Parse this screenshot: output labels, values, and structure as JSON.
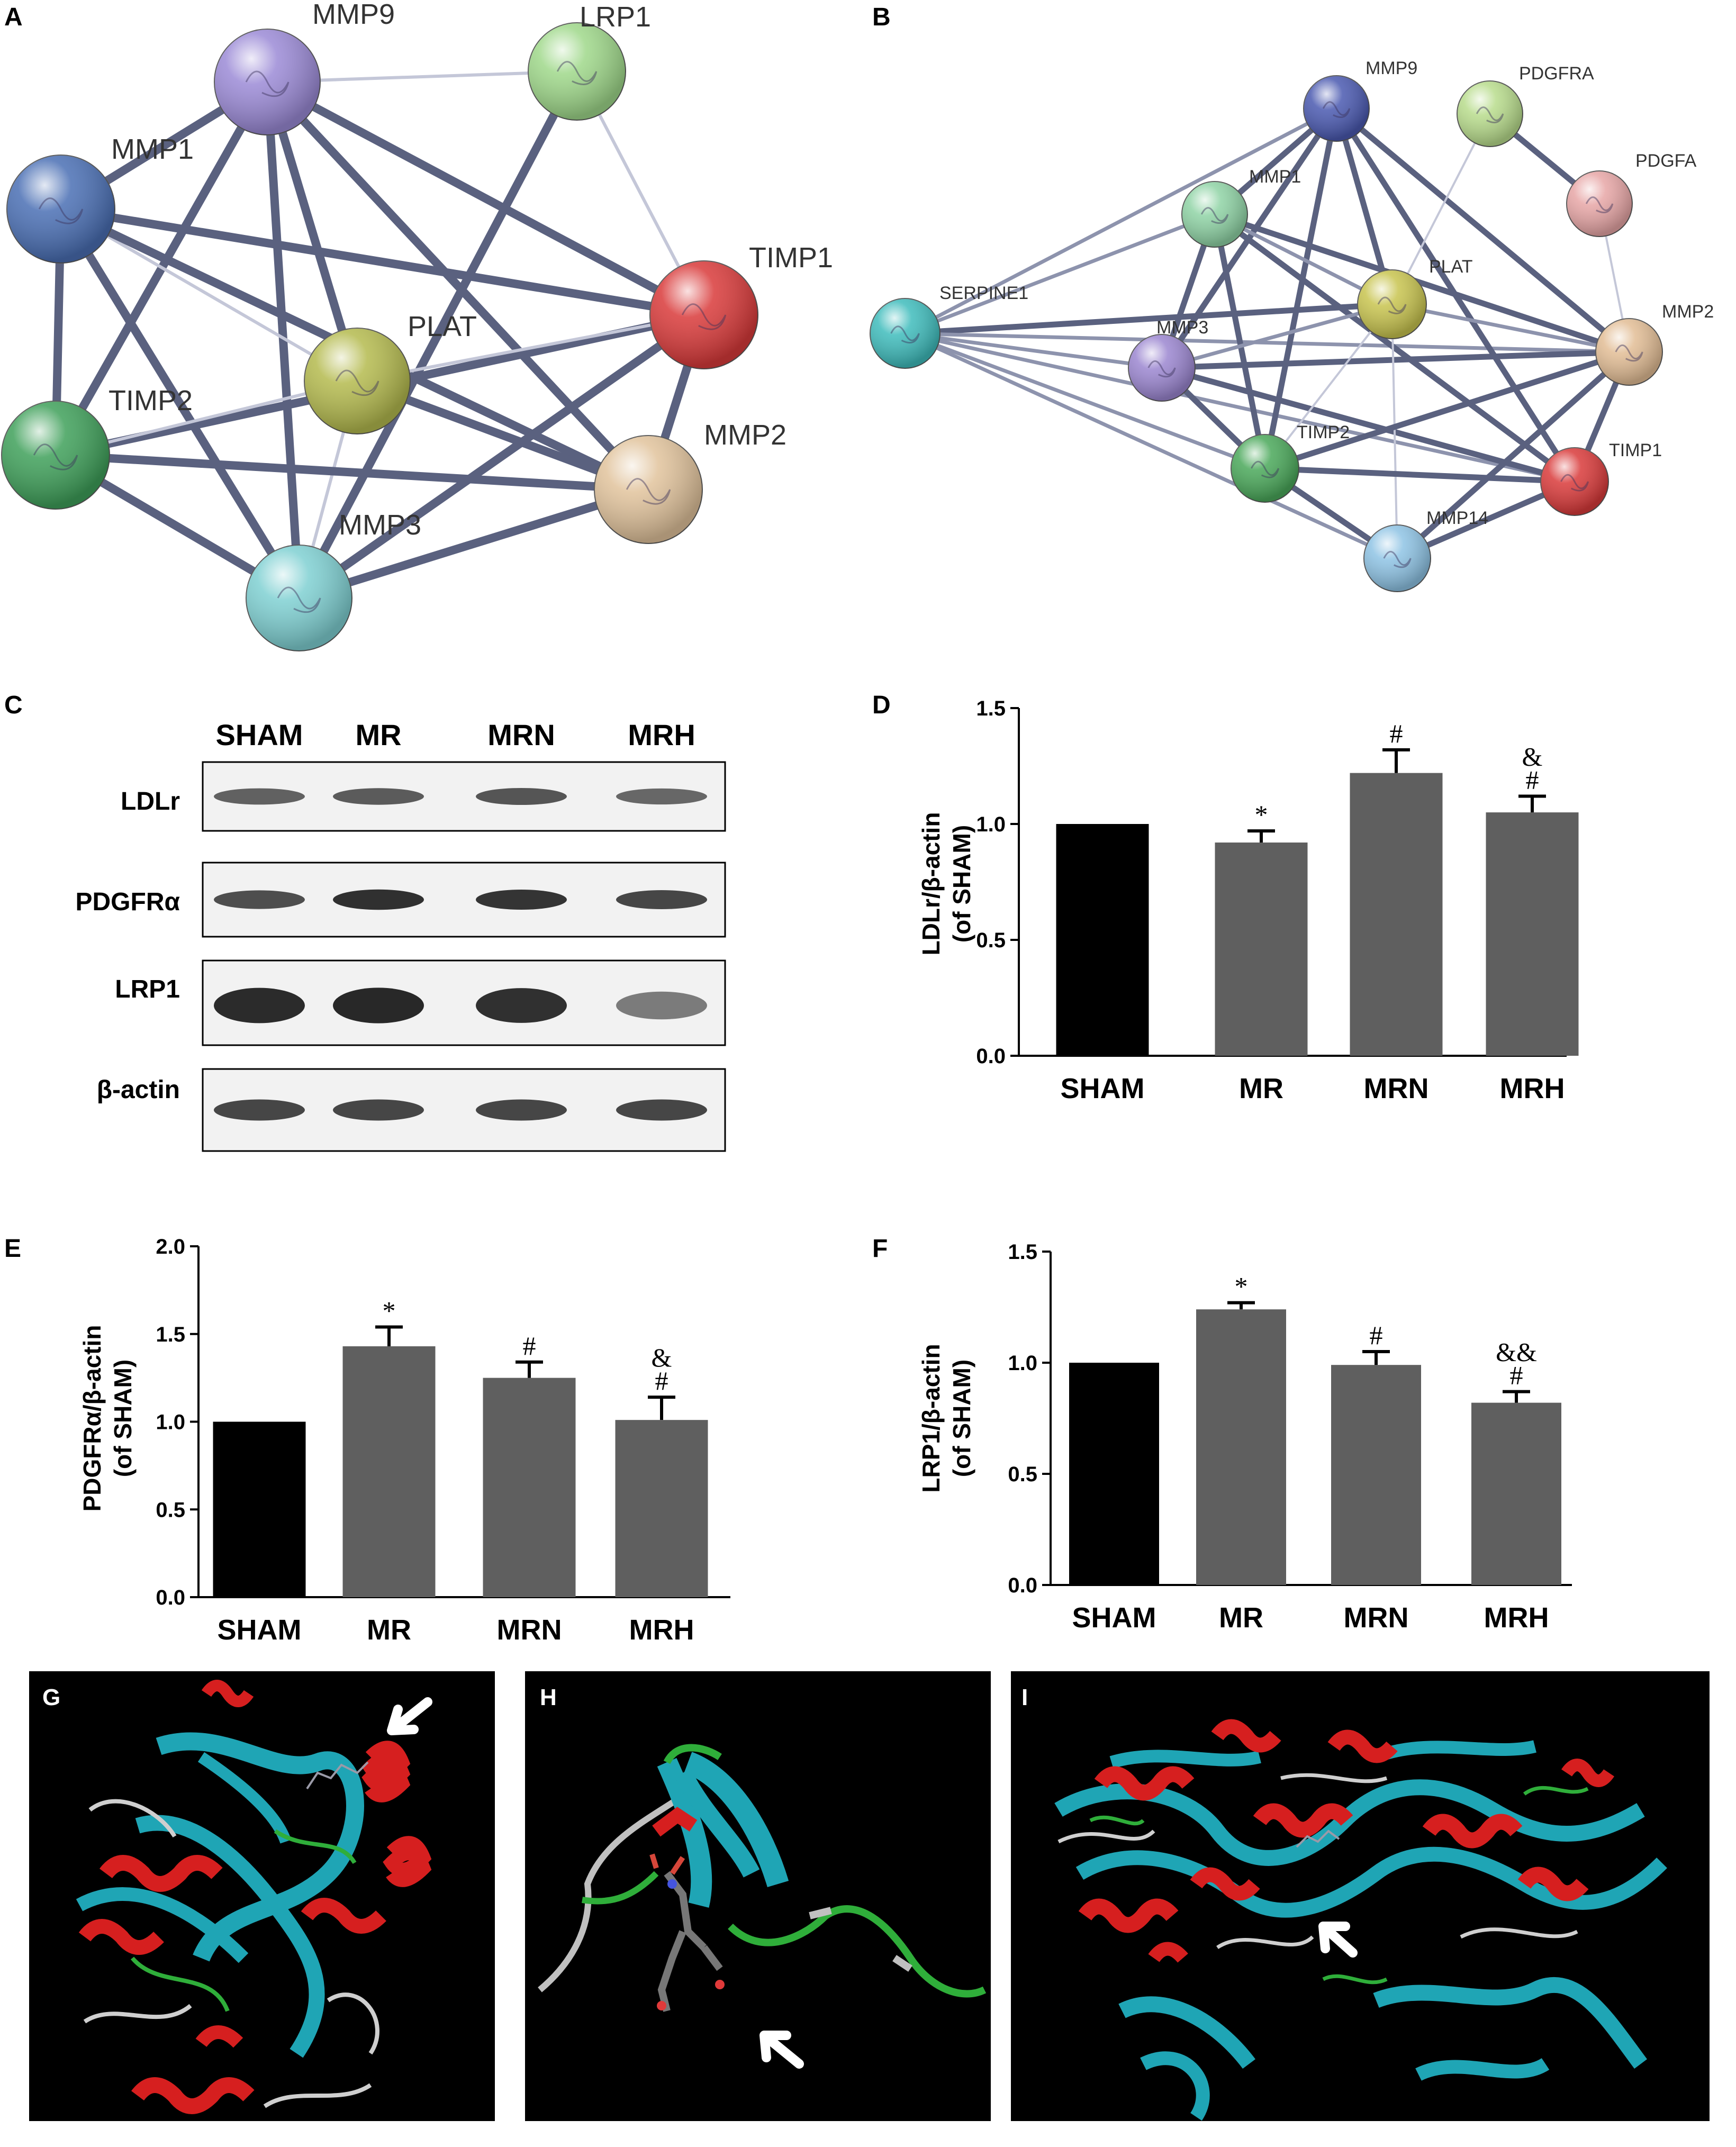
{
  "panels": {
    "A": {
      "letter": "A",
      "nodes": [
        {
          "id": "MMP9",
          "label": "MMP9",
          "color": "#9b8ad6"
        },
        {
          "id": "LRP1",
          "label": "LRP1",
          "color": "#9fd88a"
        },
        {
          "id": "MMP1",
          "label": "MMP1",
          "color": "#4a6fb4"
        },
        {
          "id": "TIMP1",
          "label": "TIMP1",
          "color": "#d93a3a"
        },
        {
          "id": "PLAT",
          "label": "PLAT",
          "color": "#b4ba4e"
        },
        {
          "id": "TIMP2",
          "label": "TIMP2",
          "color": "#3fa05a"
        },
        {
          "id": "MMP2",
          "label": "MMP2",
          "color": "#e1c39c"
        },
        {
          "id": "MMP3",
          "label": "MMP3",
          "color": "#7fd0d2"
        }
      ],
      "edges": [
        [
          "MMP9",
          "LRP1",
          1
        ],
        [
          "MMP9",
          "MMP1",
          3
        ],
        [
          "MMP9",
          "TIMP1",
          3
        ],
        [
          "MMP9",
          "PLAT",
          3
        ],
        [
          "MMP9",
          "TIMP2",
          3
        ],
        [
          "MMP9",
          "MMP2",
          3
        ],
        [
          "MMP9",
          "MMP3",
          3
        ],
        [
          "LRP1",
          "TIMP1",
          1
        ],
        [
          "LRP1",
          "MMP3",
          3
        ],
        [
          "MMP1",
          "TIMP1",
          3
        ],
        [
          "MMP1",
          "PLAT",
          1
        ],
        [
          "MMP1",
          "TIMP2",
          3
        ],
        [
          "MMP1",
          "MMP2",
          3
        ],
        [
          "MMP1",
          "MMP3",
          3
        ],
        [
          "TIMP1",
          "TIMP2",
          3
        ],
        [
          "TIMP1",
          "MMP2",
          3
        ],
        [
          "TIMP1",
          "MMP3",
          3
        ],
        [
          "TIMP1",
          "PLAT",
          1
        ],
        [
          "PLAT",
          "MMP2",
          3
        ],
        [
          "PLAT",
          "MMP3",
          1
        ],
        [
          "PLAT",
          "TIMP2",
          1
        ],
        [
          "TIMP2",
          "MMP2",
          3
        ],
        [
          "TIMP2",
          "MMP3",
          3
        ],
        [
          "MMP2",
          "MMP3",
          3
        ]
      ]
    },
    "B": {
      "letter": "B",
      "nodes": [
        {
          "id": "MMP9",
          "label": "MMP9",
          "color": "#4a59b0"
        },
        {
          "id": "PDGFRA",
          "label": "PDGFRA",
          "color": "#b8dc8c"
        },
        {
          "id": "PDGFA",
          "label": "PDGFA",
          "color": "#e7a6a6"
        },
        {
          "id": "MMP1",
          "label": "MMP1",
          "color": "#8fd3a5"
        },
        {
          "id": "PLAT",
          "label": "PLAT",
          "color": "#c8c44f"
        },
        {
          "id": "SERPINE1",
          "label": "SERPINE1",
          "color": "#3fbcbc"
        },
        {
          "id": "MMP3",
          "label": "MMP3",
          "color": "#9b86d0"
        },
        {
          "id": "MMP2",
          "label": "MMP2",
          "color": "#e2bd95"
        },
        {
          "id": "TIMP2",
          "label": "TIMP2",
          "color": "#4aa85a"
        },
        {
          "id": "TIMP1",
          "label": "TIMP1",
          "color": "#d93a3a"
        },
        {
          "id": "MMP14",
          "label": "MMP14",
          "color": "#8ec3e4"
        }
      ],
      "edges": [
        [
          "SERPINE1",
          "MMP9",
          2
        ],
        [
          "SERPINE1",
          "MMP1",
          2
        ],
        [
          "SERPINE1",
          "PLAT",
          3
        ],
        [
          "SERPINE1",
          "MMP3",
          2
        ],
        [
          "SERPINE1",
          "MMP2",
          2
        ],
        [
          "SERPINE1",
          "TIMP2",
          2
        ],
        [
          "SERPINE1",
          "TIMP1",
          2
        ],
        [
          "SERPINE1",
          "MMP14",
          2
        ],
        [
          "MMP9",
          "MMP1",
          3
        ],
        [
          "MMP9",
          "PLAT",
          3
        ],
        [
          "MMP9",
          "MMP3",
          3
        ],
        [
          "MMP9",
          "MMP2",
          3
        ],
        [
          "MMP9",
          "TIMP2",
          3
        ],
        [
          "MMP9",
          "TIMP1",
          3
        ],
        [
          "PDGFRA",
          "PDGFA",
          3
        ],
        [
          "PDGFRA",
          "PLAT",
          1
        ],
        [
          "PDGFA",
          "MMP2",
          1
        ],
        [
          "MMP1",
          "PLAT",
          2
        ],
        [
          "MMP1",
          "MMP3",
          3
        ],
        [
          "MMP1",
          "MMP2",
          3
        ],
        [
          "MMP1",
          "TIMP2",
          3
        ],
        [
          "MMP1",
          "TIMP1",
          3
        ],
        [
          "MMP3",
          "PLAT",
          2
        ],
        [
          "MMP3",
          "MMP2",
          3
        ],
        [
          "MMP3",
          "TIMP1",
          3
        ],
        [
          "MMP3",
          "TIMP2",
          3
        ],
        [
          "PLAT",
          "MMP2",
          2
        ],
        [
          "PLAT",
          "TIMP2",
          1
        ],
        [
          "PLAT",
          "MMP14",
          1
        ],
        [
          "MMP2",
          "TIMP2",
          3
        ],
        [
          "MMP2",
          "TIMP1",
          3
        ],
        [
          "MMP2",
          "MMP14",
          3
        ],
        [
          "TIMP2",
          "MMP14",
          3
        ],
        [
          "TIMP1",
          "MMP14",
          3
        ],
        [
          "TIMP2",
          "TIMP1",
          3
        ]
      ]
    },
    "C": {
      "letter": "C",
      "lanes": [
        "SHAM",
        "MR",
        "MRN",
        "MRH"
      ],
      "rows": [
        {
          "label": "LDLr",
          "band_intensity": [
            0.62,
            0.66,
            0.7,
            0.58
          ]
        },
        {
          "label": "PDGFRα",
          "band_intensity": [
            0.75,
            0.95,
            0.92,
            0.8
          ]
        },
        {
          "label": "LRP1",
          "band_intensity": [
            0.98,
            1.0,
            0.95,
            0.45
          ]
        },
        {
          "label": "β-actin",
          "band_intensity": [
            0.8,
            0.8,
            0.8,
            0.8
          ]
        }
      ]
    },
    "D": {
      "letter": "D"
    },
    "E": {
      "letter": "E"
    },
    "F": {
      "letter": "F"
    },
    "G": {
      "letter": "G"
    },
    "H": {
      "letter": "H"
    },
    "I": {
      "letter": "I"
    }
  },
  "chart_data": [
    {
      "panel": "D",
      "type": "bar",
      "categories": [
        "SHAM",
        "MR",
        "MRN",
        "MRH"
      ],
      "values": [
        1.0,
        0.92,
        1.22,
        1.05
      ],
      "errors": [
        0.0,
        0.05,
        0.1,
        0.07
      ],
      "significance": [
        "",
        "*",
        "#",
        "&\n#"
      ],
      "colors": [
        "#000000",
        "#5f5f5f",
        "#5f5f5f",
        "#5f5f5f"
      ],
      "ylabel": "LDLr/β-actin\n(of SHAM)",
      "ylim": [
        0,
        1.5
      ],
      "yticks": [
        "0.0",
        "0.5",
        "1.0",
        "1.5"
      ]
    },
    {
      "panel": "E",
      "type": "bar",
      "categories": [
        "SHAM",
        "MR",
        "MRN",
        "MRH"
      ],
      "values": [
        1.0,
        1.43,
        1.25,
        1.01
      ],
      "errors": [
        0.0,
        0.11,
        0.09,
        0.13
      ],
      "significance": [
        "",
        "*",
        "#",
        "&\n#"
      ],
      "colors": [
        "#000000",
        "#5f5f5f",
        "#5f5f5f",
        "#5f5f5f"
      ],
      "ylabel": "PDGFRα/β-actin\n(of SHAM)",
      "ylim": [
        0,
        2.0
      ],
      "yticks": [
        "0.0",
        "0.5",
        "1.0",
        "1.5",
        "2.0"
      ]
    },
    {
      "panel": "F",
      "type": "bar",
      "categories": [
        "SHAM",
        "MR",
        "MRN",
        "MRH"
      ],
      "values": [
        1.0,
        1.24,
        0.99,
        0.82
      ],
      "errors": [
        0.0,
        0.03,
        0.06,
        0.05
      ],
      "significance": [
        "",
        "*",
        "#",
        "&&\n#"
      ],
      "colors": [
        "#000000",
        "#5f5f5f",
        "#5f5f5f",
        "#5f5f5f"
      ],
      "ylabel": "LRP1/β-actin\n(of SHAM)",
      "ylim": [
        0,
        1.5
      ],
      "yticks": [
        "0.0",
        "0.5",
        "1.0",
        "1.5"
      ]
    }
  ]
}
